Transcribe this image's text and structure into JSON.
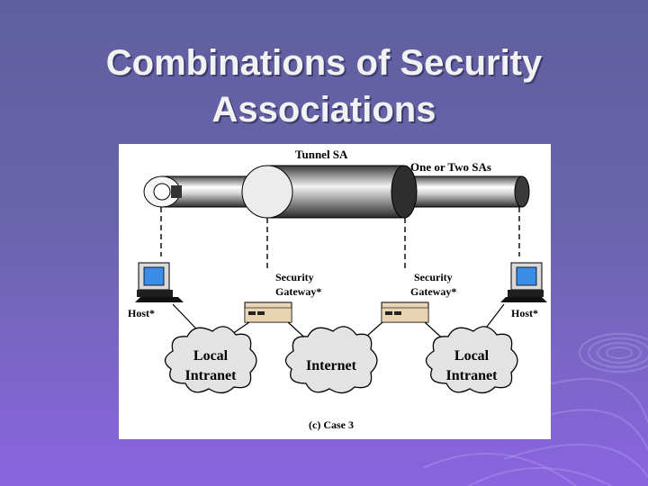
{
  "slide": {
    "title_line1": "Combinations of Security",
    "title_line2": "Associations"
  },
  "diagram": {
    "tunnel_label": "Tunnel SA",
    "inner_label": "One or Two SAs",
    "left_host": "Host*",
    "right_host": "Host*",
    "left_gateway_line1": "Security",
    "left_gateway_line2": "Gateway*",
    "right_gateway_line1": "Security",
    "right_gateway_line2": "Gateway*",
    "left_cloud_line1": "Local",
    "left_cloud_line2": "Intranet",
    "center_cloud": "Internet",
    "right_cloud_line1": "Local",
    "right_cloud_line2": "Intranet",
    "caption": "(c) Case 3"
  },
  "colors": {
    "background_top": "#5f5f9e",
    "background_bottom": "#8a64e0",
    "title_text": "#f2f2f2",
    "monitor_screen": "#3b8ee8"
  }
}
